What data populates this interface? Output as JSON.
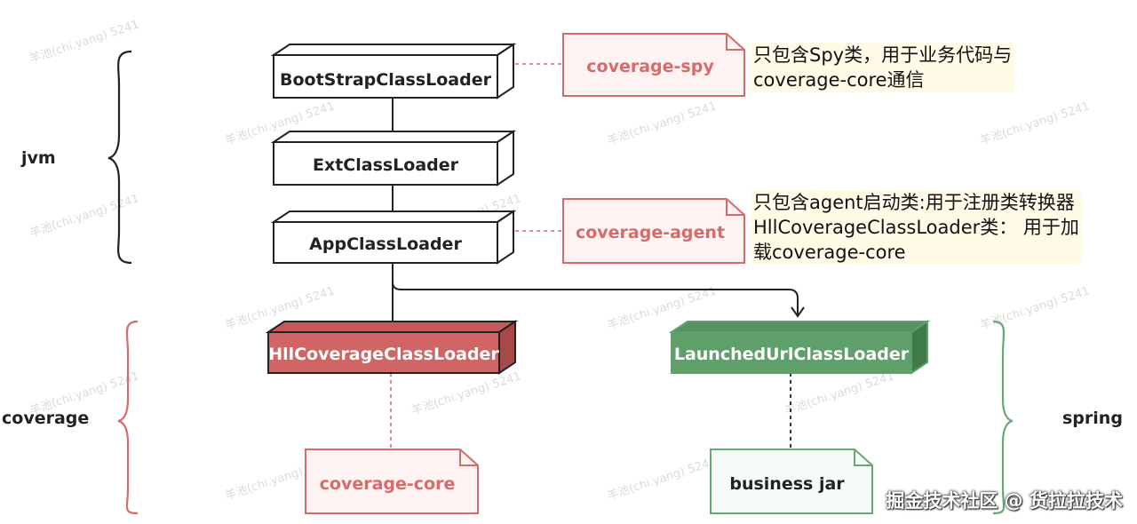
{
  "watermark": "羊池(chi.yang) 5241",
  "groups": {
    "jvm": "jvm",
    "coverage": "coverage",
    "spring": "spring"
  },
  "loaders": {
    "bootstrap": "BootStrapClassLoader",
    "ext": "ExtClassLoader",
    "app": "AppClassLoader",
    "hll": "HllCoverageClassLoader",
    "launched": "LaunchedUrlClassLoader"
  },
  "jars": {
    "spy": "coverage-spy",
    "agent": "coverage-agent",
    "core": "coverage-core",
    "business": "business jar"
  },
  "notes": {
    "spy": [
      "只包含Spy类，用于业务代码与",
      "coverage-core通信"
    ],
    "agent": [
      "只包含agent启动类:用于注册类转换器",
      "HllCoverageClassLoader类：  用于加",
      "载coverage-core"
    ]
  },
  "footer": "掘金技术社区 @ 货拉拉技术",
  "colors": {
    "hll_fill": "#cf6565",
    "hll_dark": "#a84848",
    "launched_fill": "#5fa06a",
    "launched_dark": "#3f7a4a",
    "red_stroke": "#d86a6a",
    "green_stroke": "#6aa777",
    "jar_fill": "#fdf3f3"
  }
}
